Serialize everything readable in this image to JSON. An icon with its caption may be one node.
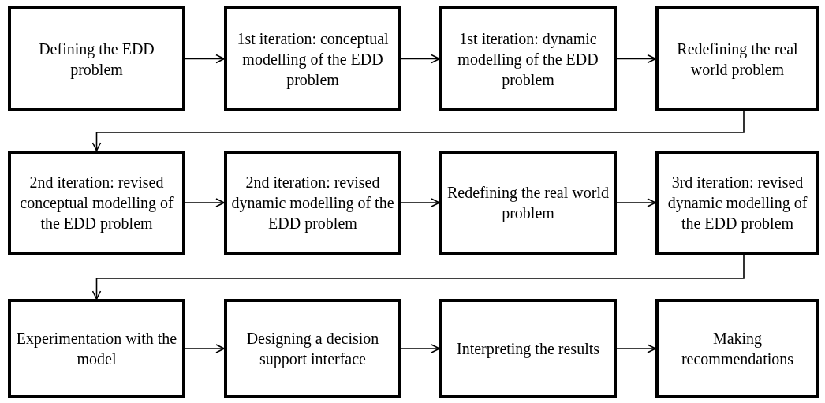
{
  "diagram": {
    "nodes": [
      {
        "text": [
          "Defining the EDD problem"
        ]
      },
      {
        "text": [
          "1st iteration: conceptual modelling of the EDD problem"
        ]
      },
      {
        "text": [
          "1st iteration: dynamic modelling of the EDD problem"
        ]
      },
      {
        "text": [
          "Redefining the real world problem"
        ]
      },
      {
        "text": [
          "2nd iteration: revised conceptual modelling of the EDD problem"
        ]
      },
      {
        "text": [
          "2nd iteration: revised dynamic modelling of the EDD problem"
        ]
      },
      {
        "text": [
          "Redefining the real world problem"
        ]
      },
      {
        "text": [
          "3rd iteration: revised dynamic modelling of the EDD problem"
        ]
      },
      {
        "text": [
          "Experimentation with the model"
        ]
      },
      {
        "text": [
          "Designing a decision support interface"
        ]
      },
      {
        "text": [
          "Interpreting the results"
        ]
      },
      {
        "text": [
          "Making recommendations"
        ]
      }
    ],
    "edges": [
      {
        "from": 0,
        "to": 1,
        "arrow": "to"
      },
      {
        "from": 1,
        "to": 2,
        "arrow": "to"
      },
      {
        "from": 2,
        "to": 3,
        "arrow": "to"
      },
      {
        "from": 3,
        "to": 4,
        "arrow": "to"
      },
      {
        "from": 4,
        "to": 5,
        "arrow": "to"
      },
      {
        "from": 5,
        "to": 6,
        "arrow": "to"
      },
      {
        "from": 6,
        "to": 7,
        "arrow": "to"
      },
      {
        "from": 7,
        "to": 8,
        "arrow": "to"
      },
      {
        "from": 8,
        "to": 9,
        "arrow": "to"
      },
      {
        "from": 9,
        "to": 10,
        "arrow": "to"
      },
      {
        "from": 10,
        "to": 11,
        "arrow": "to"
      }
    ]
  }
}
